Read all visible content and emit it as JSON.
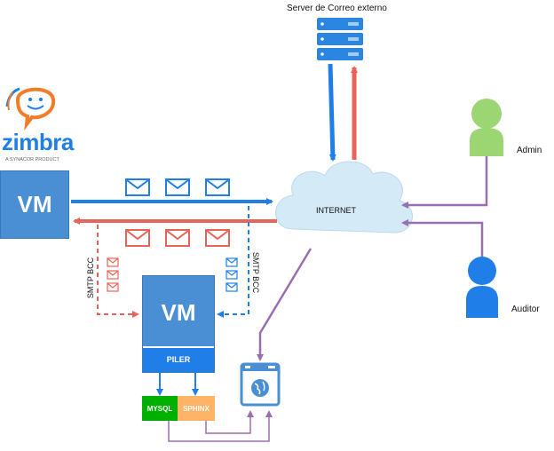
{
  "mail_server": {
    "label": "Server de Correo externo"
  },
  "zimbra": {
    "brand": "zimbra",
    "tagline": "A SYNACOR PRODUCT"
  },
  "vm_main": {
    "label": "VM"
  },
  "vm_piler": {
    "label": "VM",
    "module": "PILER"
  },
  "internet": {
    "label": "INTERNET"
  },
  "users": {
    "admin": "Admin",
    "auditor": "Auditor"
  },
  "db": {
    "mysql": "MYSQL",
    "sphinx": "SPHINX"
  },
  "edges": {
    "smtp_bcc_left": "SMTP BCC",
    "smtp_bcc_right": "SMTP BCC"
  },
  "colors": {
    "blue": "#1f7ee8",
    "red": "#e8645a",
    "purple": "#9a6fb0",
    "green": "#9bd673",
    "vm": "#4a8fd4",
    "cloud": "#d4eaf6",
    "mysql": "#00b000",
    "sphinx": "#ffb366"
  }
}
